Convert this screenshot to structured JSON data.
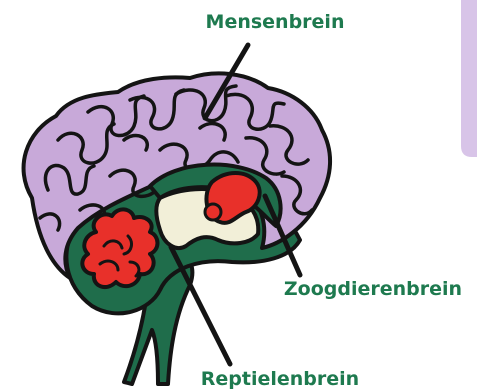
{
  "labels": {
    "mensenbrein": "Mensenbrein",
    "zoogdierenbrein": "Zoogdierenbrein",
    "reptielenbrein": "Reptielenbrein"
  },
  "colors": {
    "label_text": "#1e7a4f",
    "cortex_fill": "#c8a9d9",
    "limbic_green": "#1f6d4b",
    "red_region": "#e8302a",
    "cream_region": "#f2efd8",
    "outline": "#141414",
    "side_panel": "#d8c4e8"
  },
  "icons": {
    "brain": "brain-sagittal-section-icon"
  }
}
